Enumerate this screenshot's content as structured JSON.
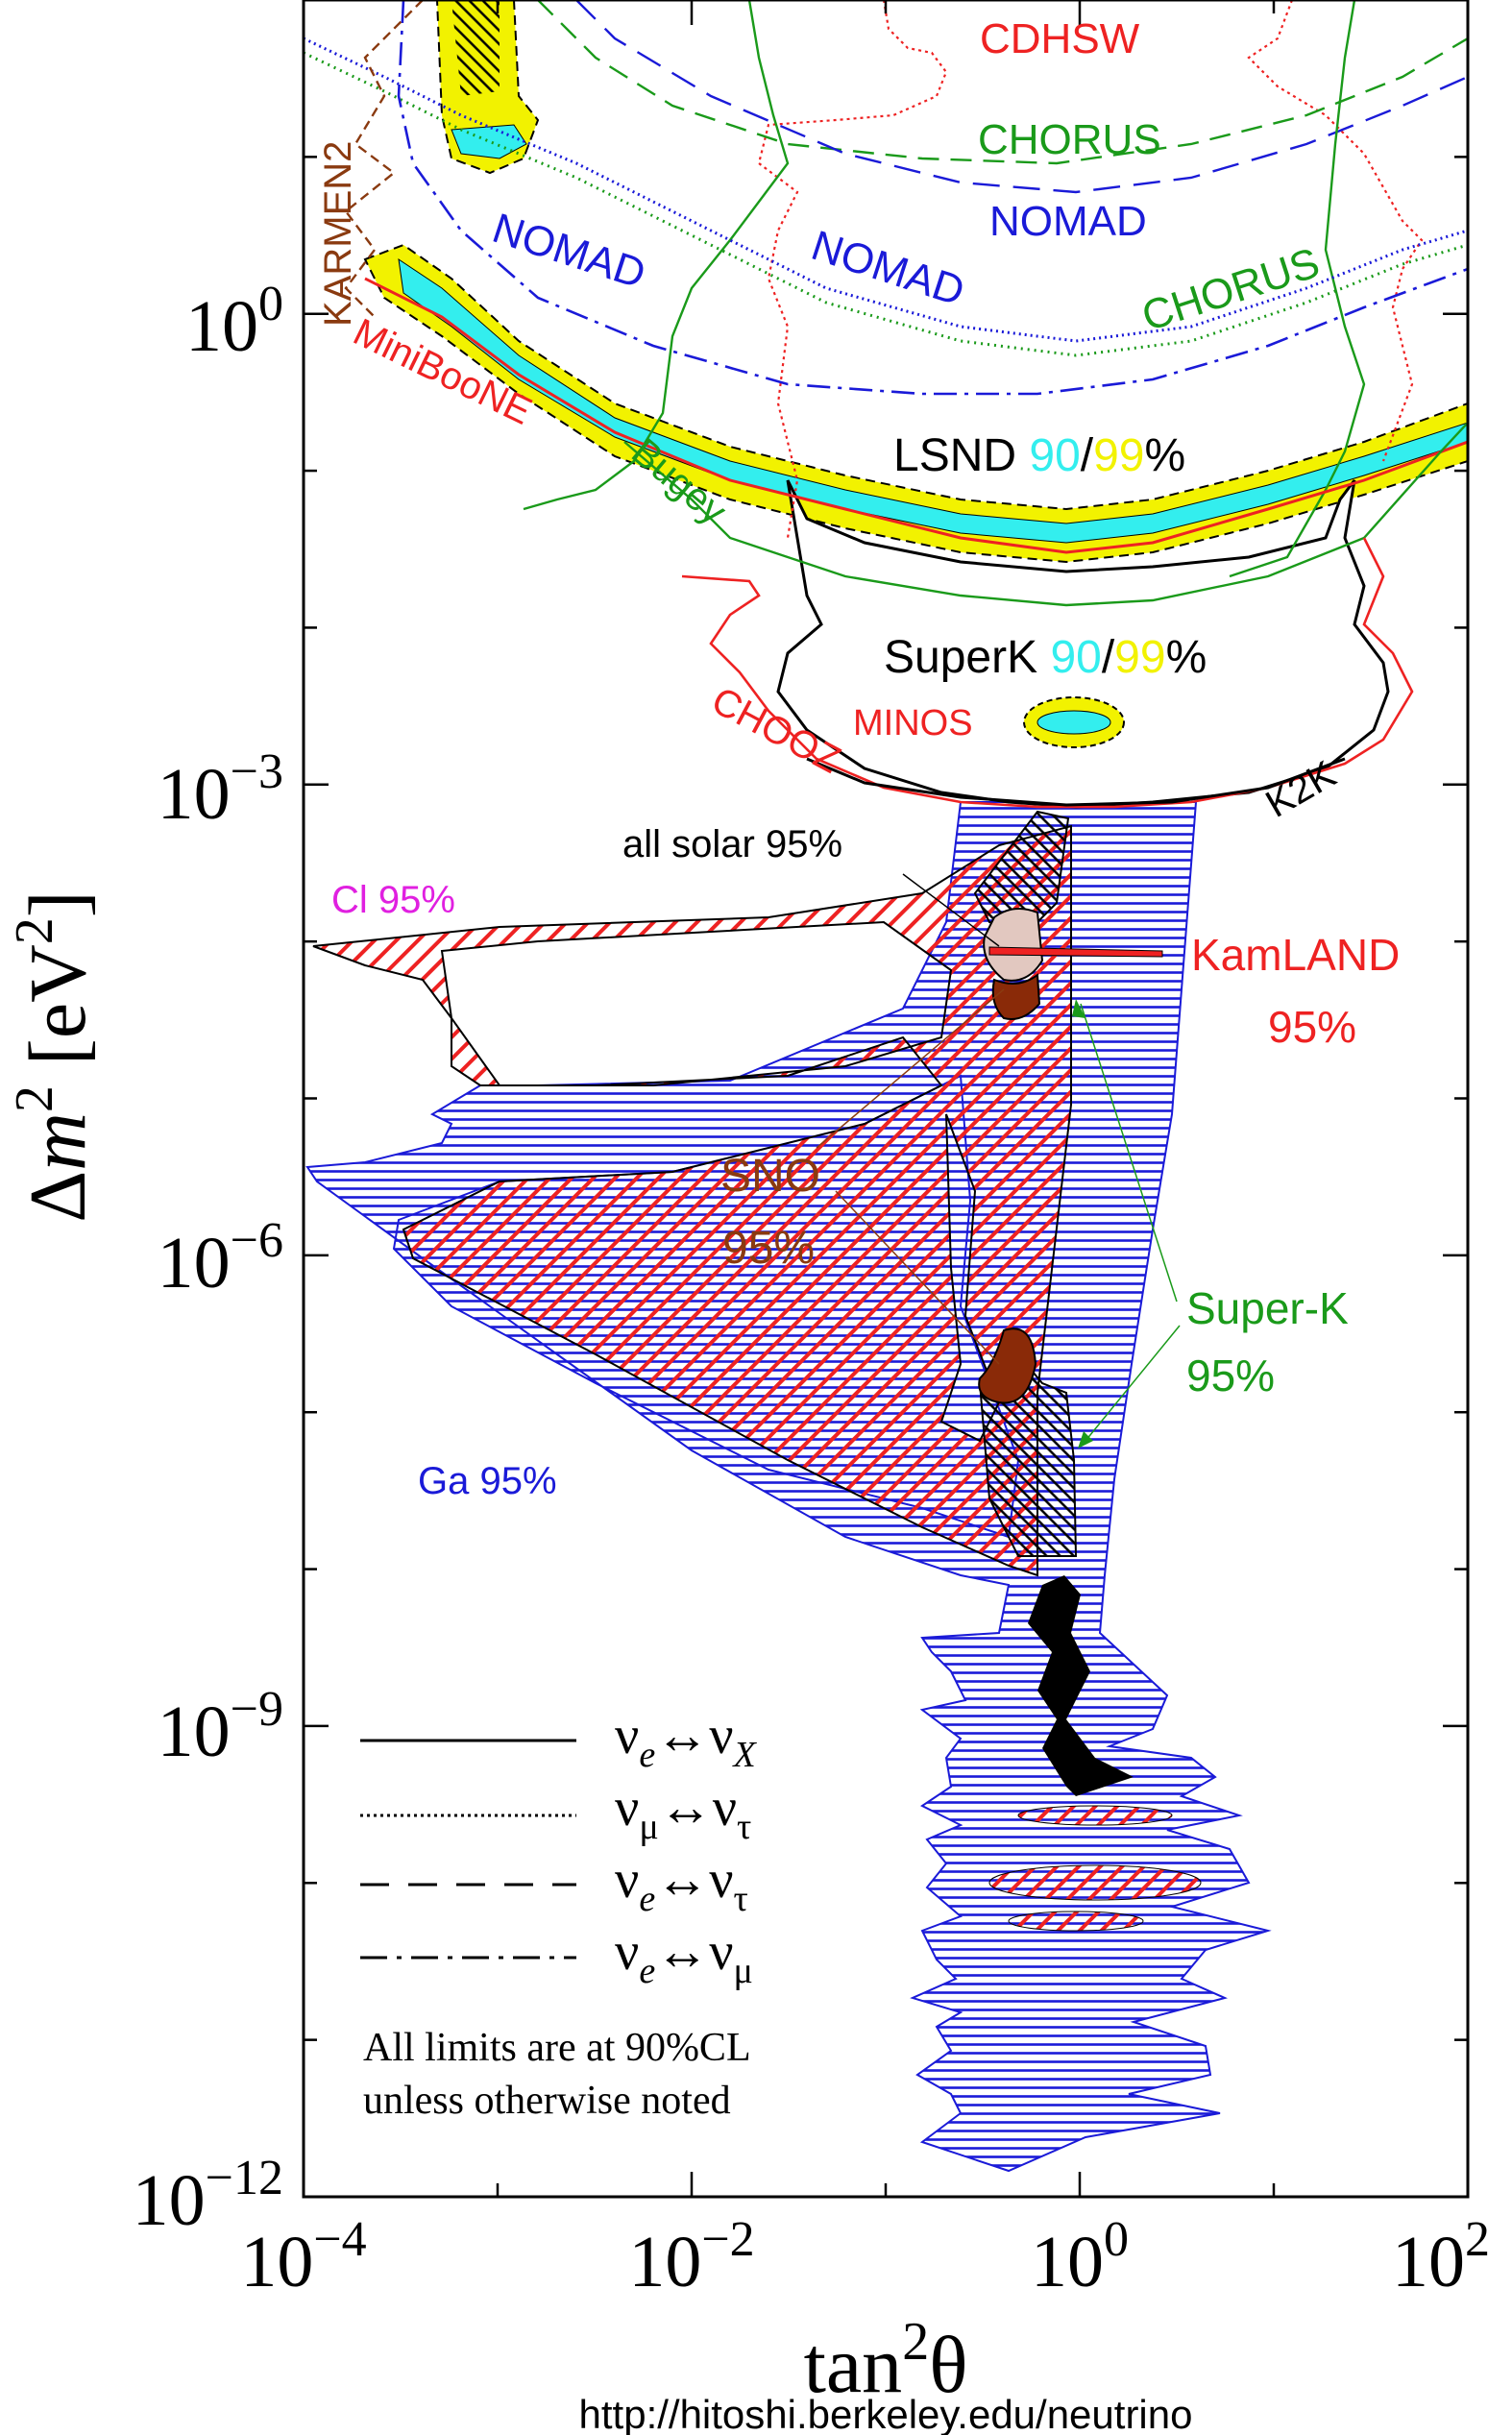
{
  "chart_data": {
    "type": "scatter",
    "xlabel": {
      "base": "tan",
      "sup": "2",
      "tail": "θ"
    },
    "ylabel": {
      "pre": "Δ",
      "m": "m",
      "sup": "2",
      "unit": " [eV",
      "unit_sup": "2",
      "close": "]"
    },
    "xscale": "log",
    "yscale": "log",
    "xlim": [
      0.0001,
      100
    ],
    "ylim": [
      1e-12,
      100
    ],
    "x_ticks": [
      {
        "value": 0.0001,
        "base": "10",
        "exp": "−4"
      },
      {
        "value": 0.01,
        "base": "10",
        "exp": "−2"
      },
      {
        "value": 1,
        "base": "10",
        "exp": "0"
      },
      {
        "value": 100,
        "base": "10",
        "exp": "2"
      }
    ],
    "y_ticks": [
      {
        "value": 1,
        "base": "10",
        "exp": "0"
      },
      {
        "value": 0.001,
        "base": "10",
        "exp": "−3"
      },
      {
        "value": 1e-06,
        "base": "10",
        "exp": "−6"
      },
      {
        "value": 1e-09,
        "base": "10",
        "exp": "−9"
      },
      {
        "value": 1e-12,
        "base": "10",
        "exp": "−12"
      }
    ],
    "grid": false,
    "legend_position": "bottom-left",
    "legend": [
      {
        "style": "solid",
        "a": "ν",
        "a_sub": "e",
        "arrow": "↔",
        "b": "ν",
        "b_sub": "X"
      },
      {
        "style": "dotted",
        "a": "ν",
        "a_sub": "μ",
        "arrow": "↔",
        "b": "ν",
        "b_sub": "τ"
      },
      {
        "style": "dashed",
        "a": "ν",
        "a_sub": "e",
        "arrow": "↔",
        "b": "ν",
        "b_sub": "τ"
      },
      {
        "style": "dashdot",
        "a": "ν",
        "a_sub": "e",
        "arrow": "↔",
        "b": "ν",
        "b_sub": "μ"
      }
    ],
    "note": [
      "All limits are at 90%CL",
      "unless otherwise noted"
    ],
    "labels": {
      "cdhsw": "CDHSW",
      "chorus_top": "CHORUS",
      "nomad_top": "NOMAD",
      "karmen2": "KARMEN2",
      "nomad_left": "NOMAD",
      "nomad_mid": "NOMAD",
      "chorus_right": "CHORUS",
      "miniboone": "MiniBooNE",
      "bugey": "Bugey",
      "lsnd_name": "LSND ",
      "lsnd_90": "90",
      "lsnd_slash": "/",
      "lsnd_99": "99",
      "lsnd_pct": "%",
      "superk_name": "SuperK ",
      "superk_90": "90",
      "superk_slash": "/",
      "superk_99": "99",
      "superk_pct": "%",
      "minos": "MINOS",
      "chooz": "CHOOZ",
      "k2k": "K2K",
      "all_solar": "all solar 95%",
      "cl": "Cl 95%",
      "kamland": "KamLAND",
      "kamland_cl": "95%",
      "sno": "SNO",
      "sno_cl": "95%",
      "superk_solar": "Super-K",
      "superk_solar_cl": "95%",
      "ga": "Ga 95%"
    },
    "colors": {
      "red": "#ee2222",
      "green": "#1a9a1a",
      "blue": "#1a1ad8",
      "brown": "#8a3a10",
      "cyan": "#33eeee",
      "yellow": "#f2f200",
      "magenta": "#e020e0",
      "sno_fill": "#8a2a08",
      "solar_fill": "#e2c8c0"
    }
  },
  "footer_url": "http://hitoshi.berkeley.edu/neutrino"
}
